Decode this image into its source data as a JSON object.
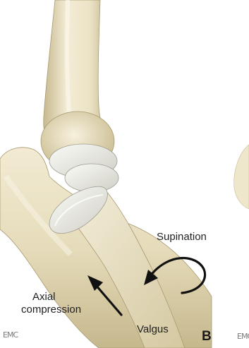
{
  "figure": {
    "panel_letter": "B",
    "labels": {
      "supination": "Supination",
      "axial_line1": "Axial",
      "axial_line2": "compression",
      "valgus": "Valgus"
    },
    "watermark": "EMC"
  },
  "colors": {
    "bone_light": "#f1ead2",
    "bone_mid": "#ddd2ad",
    "bone_shadow": "#b9ab80",
    "cartilage": "#e9e9e3",
    "arrow": "#111111"
  }
}
